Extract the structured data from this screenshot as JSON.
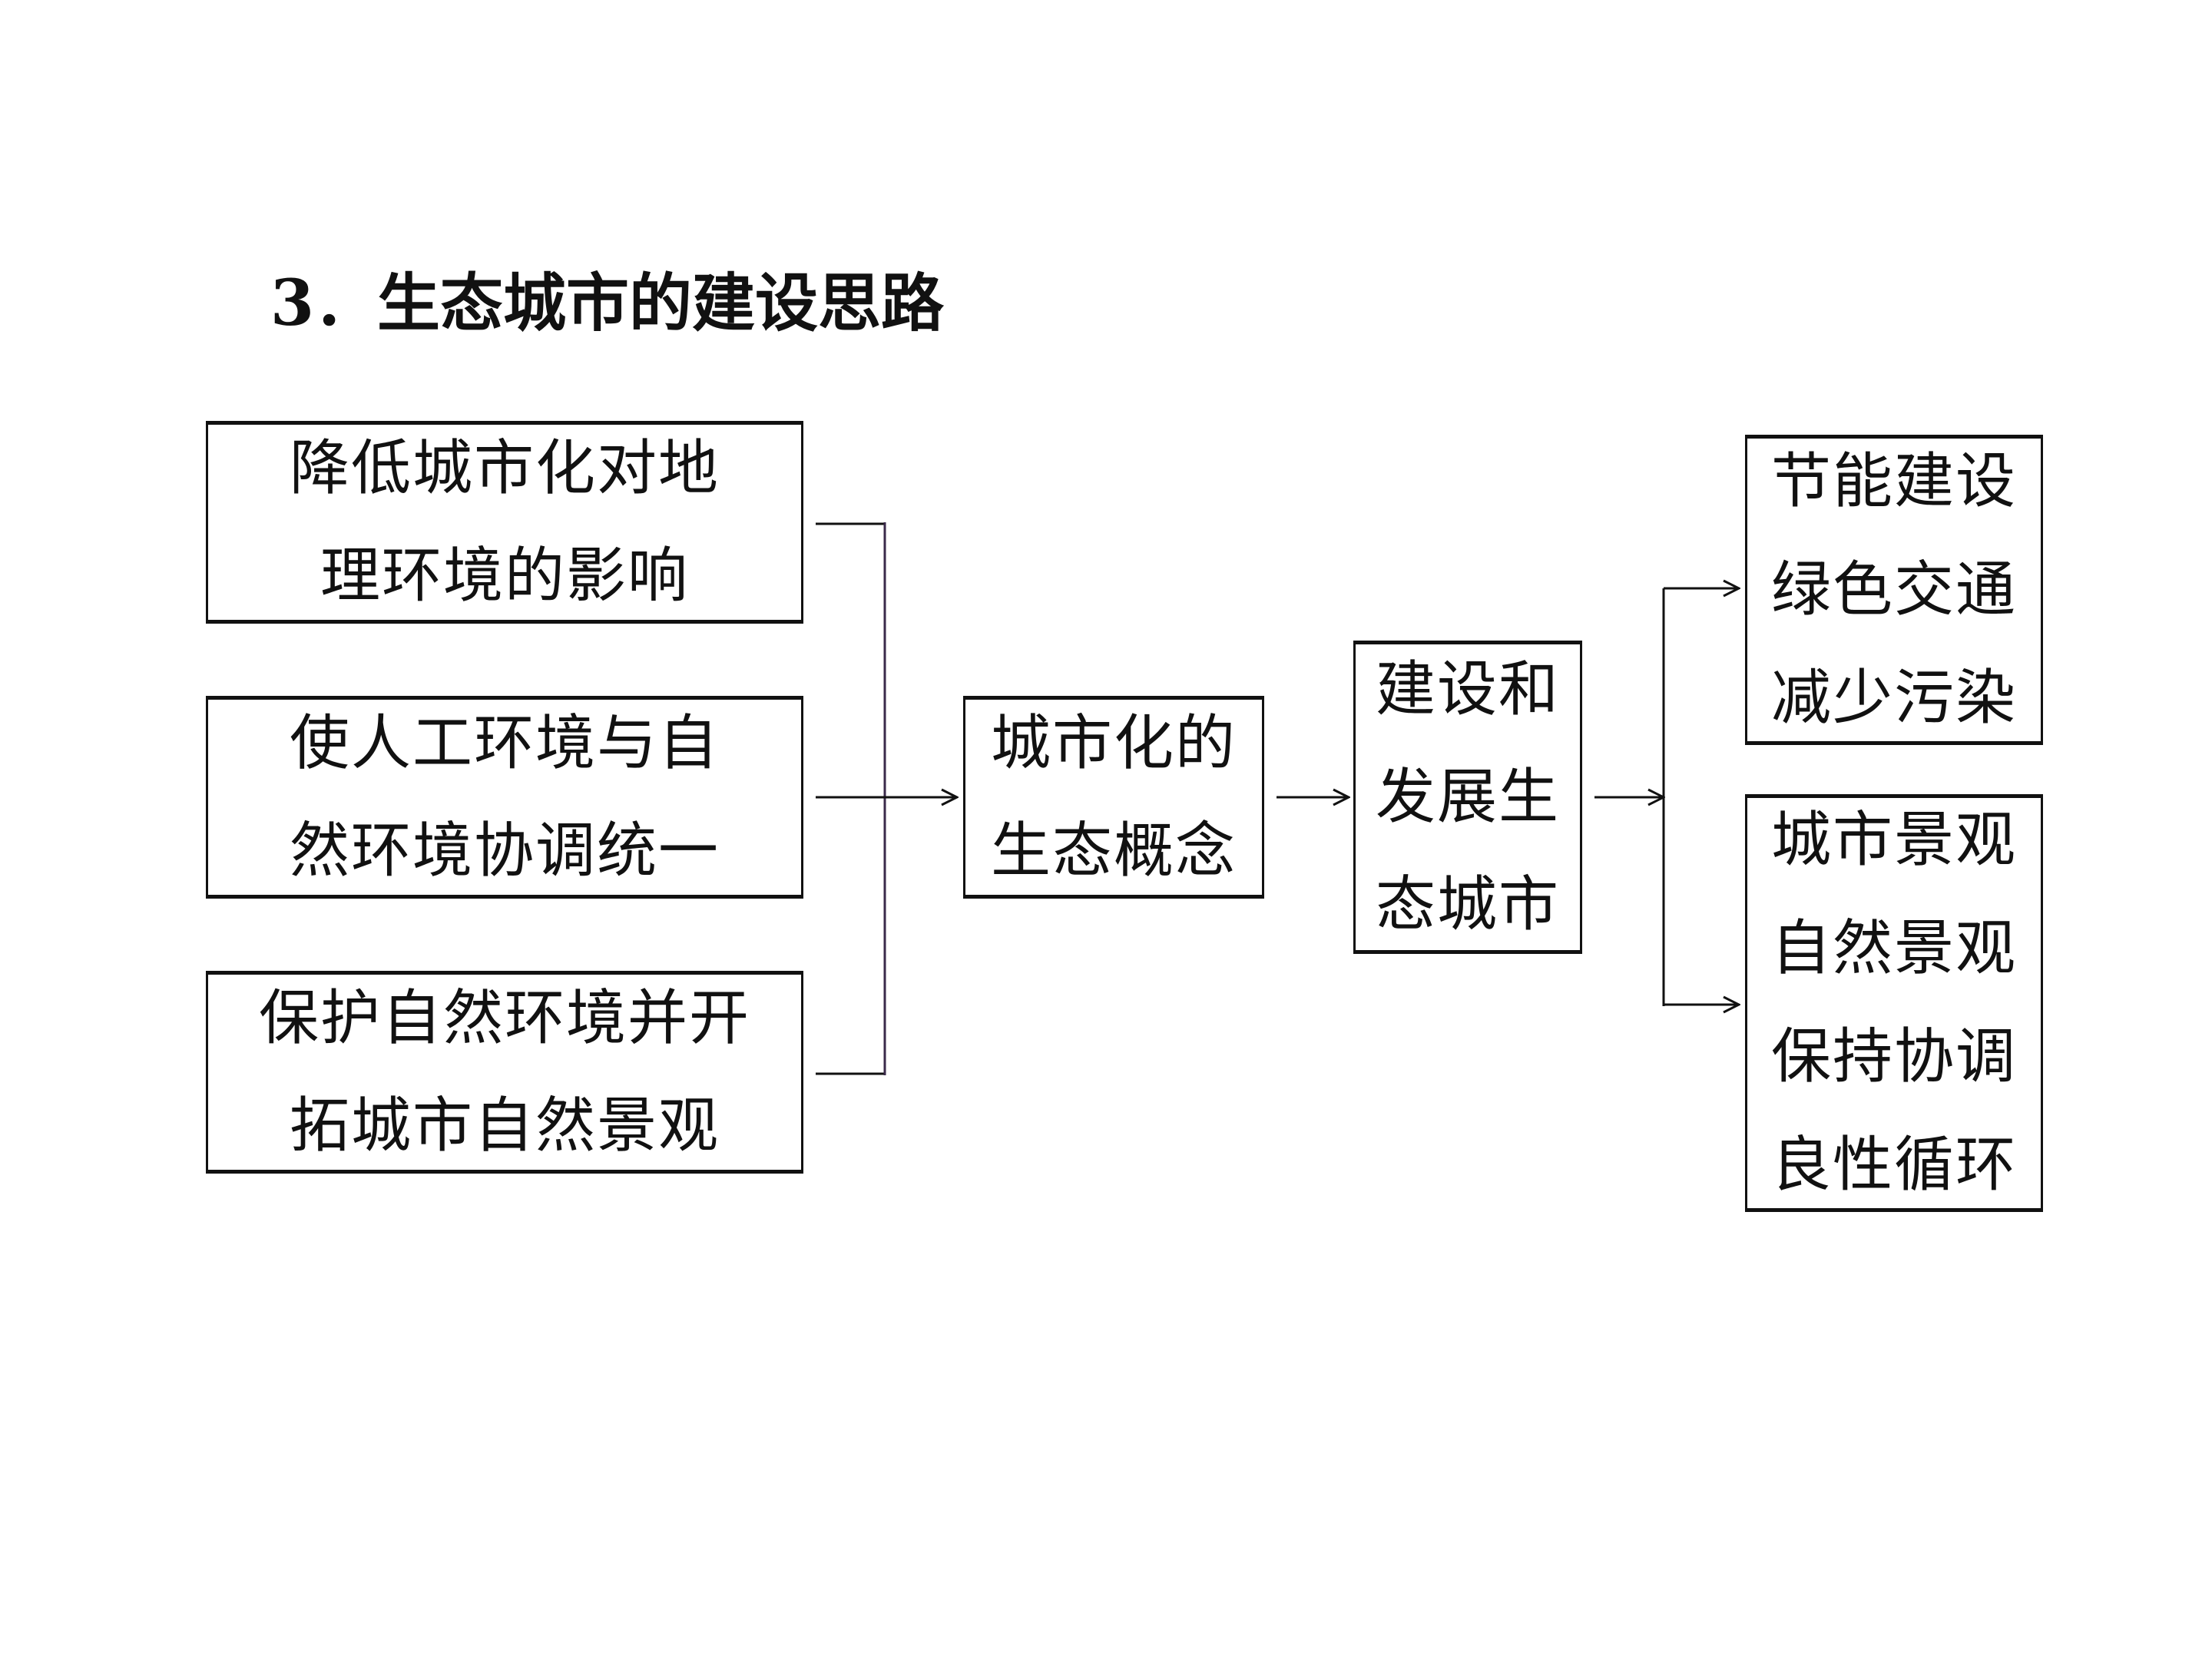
{
  "title": "3．生态城市的建设思路",
  "left_boxes": [
    {
      "lines": [
        "降低城市化对地",
        "理环境的影响"
      ]
    },
    {
      "lines": [
        "使人工环境与自",
        "然环境协调统一"
      ]
    },
    {
      "lines": [
        "保护自然环境并开",
        "拓城市自然景观"
      ]
    }
  ],
  "center_box": {
    "lines": [
      "城市化的",
      "生态概念"
    ]
  },
  "middle_box": {
    "lines": [
      "建设和",
      "发展生",
      "态城市"
    ]
  },
  "right_boxes": [
    {
      "lines": [
        "节能建设",
        "绿色交通",
        "减少污染"
      ]
    },
    {
      "lines": [
        "城市景观",
        "自然景观",
        "保持协调",
        "良性循环"
      ]
    }
  ],
  "colors": {
    "border": "#111111",
    "text": "#111111",
    "bracket_line": "#3a2a4a",
    "background": "#ffffff"
  }
}
